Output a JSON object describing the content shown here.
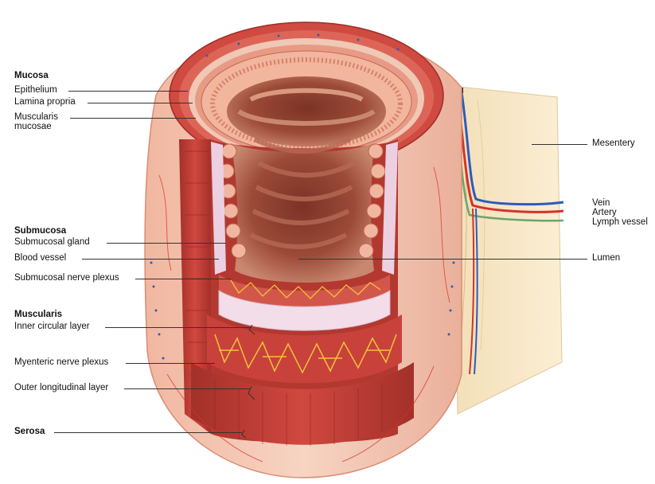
{
  "labels": {
    "mucosa": "Mucosa",
    "epithelium": "Epithelium",
    "lamina_propria": "Lamina propria",
    "muscularis_mucosae_1": "Muscularis",
    "muscularis_mucosae_2": "mucosae",
    "submucosa": "Submucosa",
    "submucosal_gland": "Submucosal gland",
    "blood_vessel": "Blood vessel",
    "submucosal_nerve_plexus": "Submucosal nerve plexus",
    "muscularis": "Muscularis",
    "inner_circular_layer": "Inner circular layer",
    "myenteric_nerve_plexus": "Myenteric nerve plexus",
    "outer_longitudinal_layer": "Outer longitudinal layer",
    "serosa": "Serosa",
    "mesentery": "Mesentery",
    "vein": "Vein",
    "artery": "Artery",
    "lymph_vessel": "Lymph vessel",
    "lumen": "Lumen"
  },
  "colors": {
    "muscle": "#c8413a",
    "muscle_dark": "#9e2a25",
    "mucosa_pink": "#e9a58f",
    "lumen": "#8a3a2c",
    "submucosa": "#f1dde8",
    "mesentery": "#f6e4bf",
    "serosa": "#f3c9b2",
    "nerve": "#f2c23a",
    "vein": "#2c5bbf",
    "artery": "#d6322a",
    "lymph": "#6aa66a"
  }
}
